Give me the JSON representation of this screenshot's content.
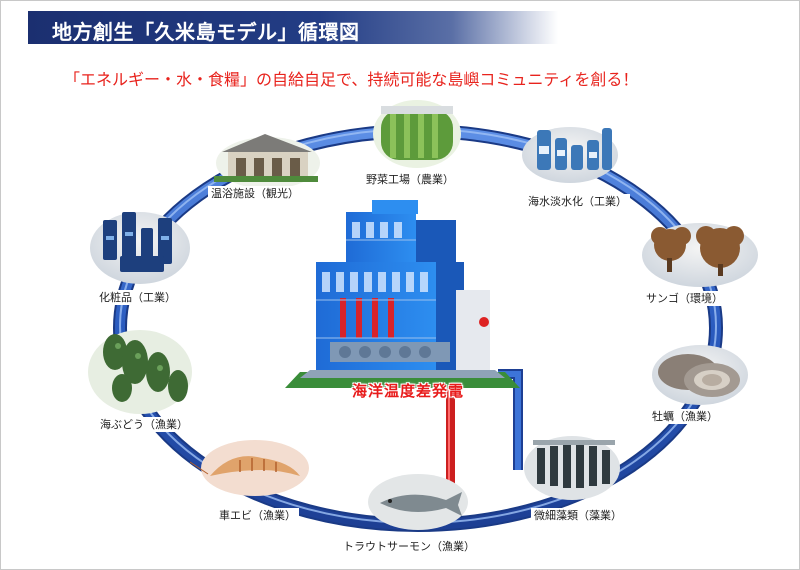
{
  "header": {
    "title": "地方創生「久米島モデル」循環図",
    "subtitle": "「エネルギー・水・食糧」の自給自足で、持続可能な島嶼コミュニティを創る！"
  },
  "center": {
    "label": "海洋温度差発電"
  },
  "nodes": [
    {
      "label": "野菜工場（農業）"
    },
    {
      "label": "海水淡水化（工業）"
    },
    {
      "label": "サンゴ（環境）"
    },
    {
      "label": "牡蠣（漁業）"
    },
    {
      "label": "微細藻類（藻業）"
    },
    {
      "label": "トラウトサーモン（漁業）"
    },
    {
      "label": "車エビ（漁業）"
    },
    {
      "label": "海ぶどう（漁業）"
    },
    {
      "label": "化粧品（工業）"
    },
    {
      "label": "温浴施設（観光）"
    }
  ],
  "colors": {
    "ring": "#2f63c6",
    "cold_pipe": "#cc1f1f",
    "title_bg": "#1b2f70"
  }
}
